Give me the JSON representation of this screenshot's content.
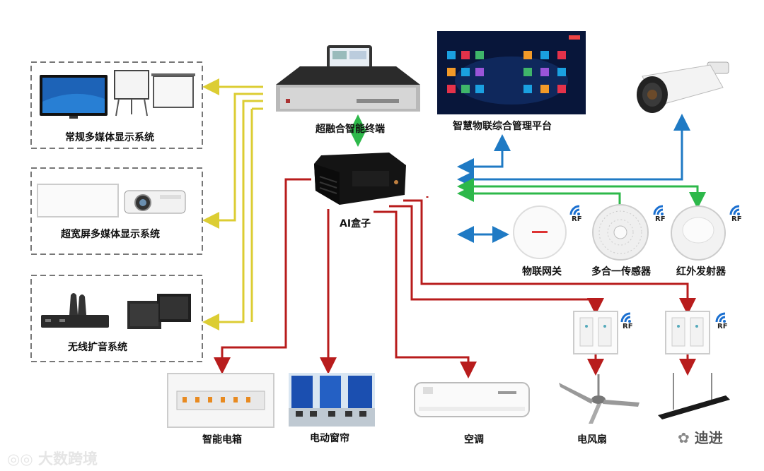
{
  "groups": {
    "display": "常规多媒体显示系统",
    "wide": "超宽屏多媒体显示系统",
    "audio": "无线扩音系统"
  },
  "center": {
    "terminal": "超融合智能终端",
    "aibox": "AI盒子",
    "platform": "智慧物联综合管理平台"
  },
  "sensors": [
    "物联网关",
    "多合一传感器",
    "红外发射器"
  ],
  "rf_label": "RF",
  "endpoints": [
    "智能电箱",
    "电动窗帘",
    "空调",
    "电风扇"
  ],
  "watermark_left": "大数跨境",
  "watermark_right": "迪进",
  "colors": {
    "yellow": "#dccd33",
    "blue": "#1f7ac4",
    "green": "#2db84a",
    "red": "#b81c1c"
  }
}
